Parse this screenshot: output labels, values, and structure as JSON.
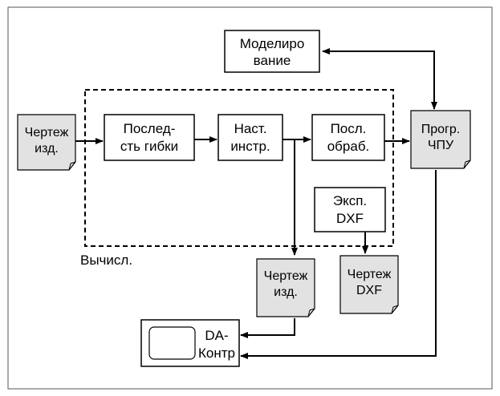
{
  "nodes": {
    "modeling": {
      "lines": [
        "Моделиро",
        "вание"
      ]
    },
    "bend_sequence": {
      "lines": [
        "Послед-",
        "сть гибки"
      ]
    },
    "tool_setup": {
      "lines": [
        "Наст.",
        "инстр."
      ]
    },
    "post_processing": {
      "lines": [
        "Посл.",
        "обраб."
      ]
    },
    "dxf_export": {
      "lines": [
        "Эксп.",
        "DXF"
      ]
    },
    "part_drawing_in": {
      "lines": [
        "Чертеж",
        "изд."
      ]
    },
    "cnc_program": {
      "lines": [
        "Прогр.",
        "ЧПУ"
      ]
    },
    "part_drawing_out": {
      "lines": [
        "Чертеж",
        "изд."
      ]
    },
    "dxf_drawing": {
      "lines": [
        "Чертеж",
        "DXF"
      ]
    },
    "da_controller": {
      "lines": [
        "DA-",
        "Контр"
      ]
    }
  },
  "group_label": "Вычисл.",
  "colors": {
    "document_fill": "#e2e2e2",
    "stroke": "#000000",
    "box_fill": "#ffffff"
  }
}
